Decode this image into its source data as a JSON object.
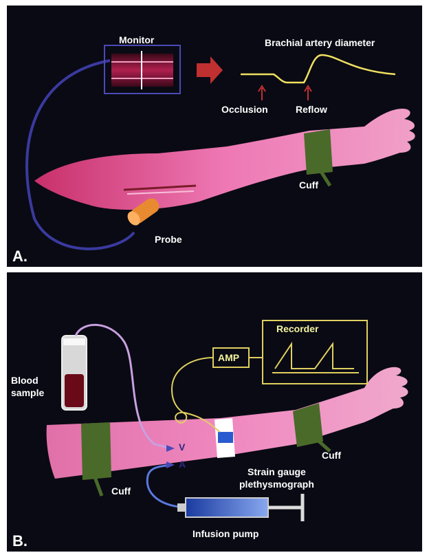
{
  "panel_a": {
    "letter": "A.",
    "labels": {
      "monitor": "Monitor",
      "brachial": "Brachial artery diameter",
      "occlusion": "Occlusion",
      "reflow": "Reflow",
      "cuff": "Cuff",
      "probe": "Probe"
    }
  },
  "panel_b": {
    "letter": "B.",
    "labels": {
      "blood_sample": "Blood\nsample",
      "amp": "AMP",
      "recorder": "Recorder",
      "v": "V",
      "a": "A",
      "cuff_right": "Cuff",
      "cuff_left": "Cuff",
      "strain_gauge": "Strain gauge\nplethysmograph",
      "infusion_pump": "Infusion pump"
    }
  },
  "colors": {
    "background": "#0a0a14",
    "arm": "#e86aa8",
    "cuff": "#4a6a2a",
    "tube": "#3a3aa0",
    "trace": "#f0e060",
    "arrow": "#c03030",
    "probe": "#e88a30"
  }
}
